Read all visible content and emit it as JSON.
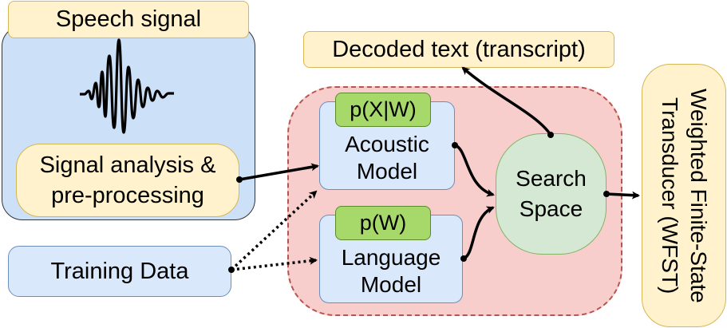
{
  "nodes": {
    "speech_signal": "Speech signal",
    "signal_analysis": [
      "Signal analysis &",
      "pre-processing"
    ],
    "training_data": "Training Data",
    "acoustic_prob": "p(X|W)",
    "acoustic_model": [
      "Acoustic",
      "Model"
    ],
    "language_prob": "p(W)",
    "language_model": [
      "Language",
      "Model"
    ],
    "search_space": [
      "Search",
      "Space"
    ],
    "decoded_text": "Decoded text (transcript)",
    "wfst": [
      "Weighted Finite-State",
      "Transducer (WFST)"
    ]
  },
  "icons": {
    "waveform": "speech-waveform-icon"
  },
  "colors": {
    "speech_panel": "#cce0f8",
    "decoder_panel": "#f8cecc",
    "label_yellow": "#fff2cc",
    "model_blue": "#dae8fc",
    "search_green": "#d5e8d4",
    "prob_green": "#a6d96a"
  }
}
